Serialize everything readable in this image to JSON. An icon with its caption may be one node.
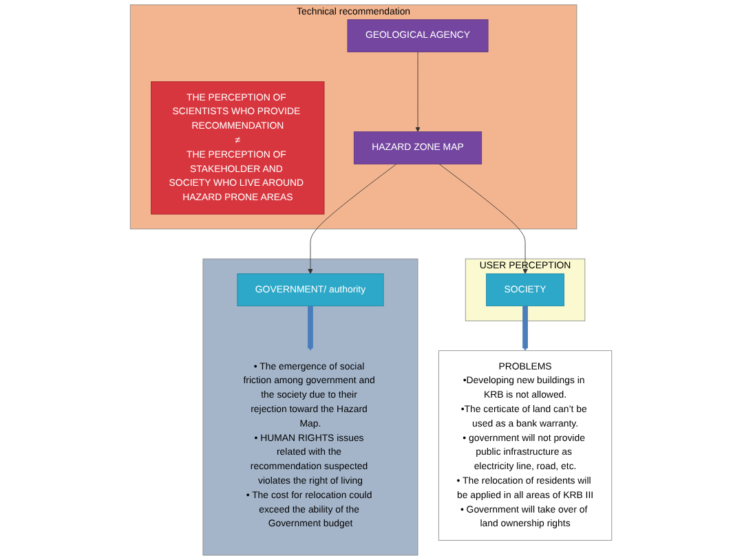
{
  "diagram": {
    "nodes": [
      {
        "text": [
          "Technical recommendation"
        ]
      },
      {
        "text": [
          "GEOLOGICAL AGENCY"
        ],
        "in": 0
      },
      {
        "text": [
          "HAZARD ZONE MAP"
        ],
        "in": 0
      },
      {
        "text": [
          "THE PERCEPTION OF SCIENTISTS WHO PROVIDE RECOMMENDATION",
          "≠",
          "THE PERCEPTION OF STAKEHOLDER AND SOCIETY WHO LIVE AROUND HAZARD PRONE AREAS"
        ],
        "in": 0
      },
      {
        "text": [
          "USER PERCEPTION"
        ]
      },
      {
        "text": [
          "SOCIETY"
        ],
        "in": 4
      },
      {
        "text": [
          "PROBLEMS",
          "•Developing new buildings in KRB is not allowed.",
          "•The certicate of land can’t be used as a bank warranty.",
          "• government will not provide public infrastructure as electricity line, road, etc.",
          "• The relocation of residents will be applied in all areas of KRB III",
          "• Government will take over of land ownership rights"
        ]
      },
      {
        "text": [],
        "shape": "box"
      },
      {
        "text": [
          "GOVERNMENT/ authority"
        ],
        "in": 7
      },
      {
        "text": [
          "• The emergence of social friction among government and the society due to their rejection toward the Hazard Map.",
          "• HUMAN RIGHTS issues related with the recommendation suspected violates the right of living",
          "• The cost for relocation could exceed the ability of the Government budget"
        ],
        "in": 7
      }
    ],
    "edges": [
      {
        "from": 1,
        "to": 2,
        "arrow": "to"
      },
      {
        "from": 2,
        "to": 5,
        "arrow": "to"
      },
      {
        "from": 2,
        "to": 8,
        "arrow": "to"
      },
      {
        "from": 5,
        "to": 6,
        "arrow": "to",
        "style": "thick",
        "color": "#4a7ebb"
      },
      {
        "from": 8,
        "to": 9,
        "arrow": "to",
        "style": "thick",
        "color": "#4a7ebb"
      }
    ]
  }
}
